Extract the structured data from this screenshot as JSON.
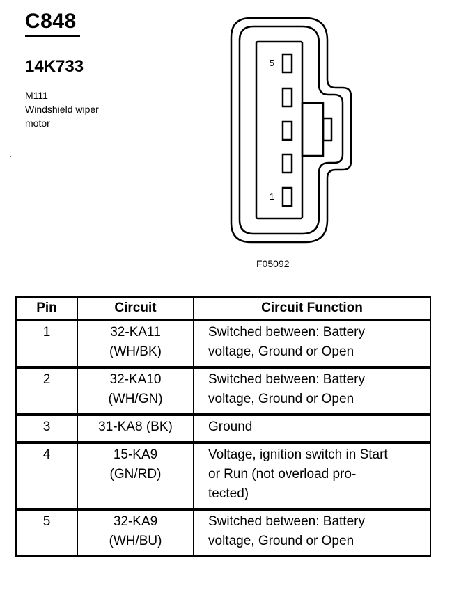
{
  "header": {
    "connector_id": "C848",
    "part_number": "14K733",
    "description_lines": [
      "M111",
      "Windshield wiper",
      "motor"
    ]
  },
  "diagram": {
    "figure_id": "F05092",
    "pin_labels": [
      "5",
      "1"
    ]
  },
  "table": {
    "headers": [
      "Pin",
      "Circuit",
      "Circuit Function"
    ],
    "rows": [
      {
        "pin": "1",
        "circuit": [
          "32-KA11",
          "(WH/BK)"
        ],
        "function": [
          "Switched between: Battery",
          "voltage, Ground or Open"
        ]
      },
      {
        "pin": "2",
        "circuit": [
          "32-KA10",
          "(WH/GN)"
        ],
        "function": [
          "Switched between: Battery",
          "voltage, Ground or Open"
        ]
      },
      {
        "pin": "3",
        "circuit": [
          "31-KA8 (BK)"
        ],
        "function": [
          "Ground"
        ]
      },
      {
        "pin": "4",
        "circuit": [
          "15-KA9",
          "(GN/RD)"
        ],
        "function": [
          "Voltage, ignition switch in Start",
          "or Run (not overload pro-",
          "tected)"
        ]
      },
      {
        "pin": "5",
        "circuit": [
          "32-KA9",
          "(WH/BU)"
        ],
        "function": [
          "Switched between: Battery",
          "voltage, Ground or Open"
        ]
      }
    ]
  }
}
